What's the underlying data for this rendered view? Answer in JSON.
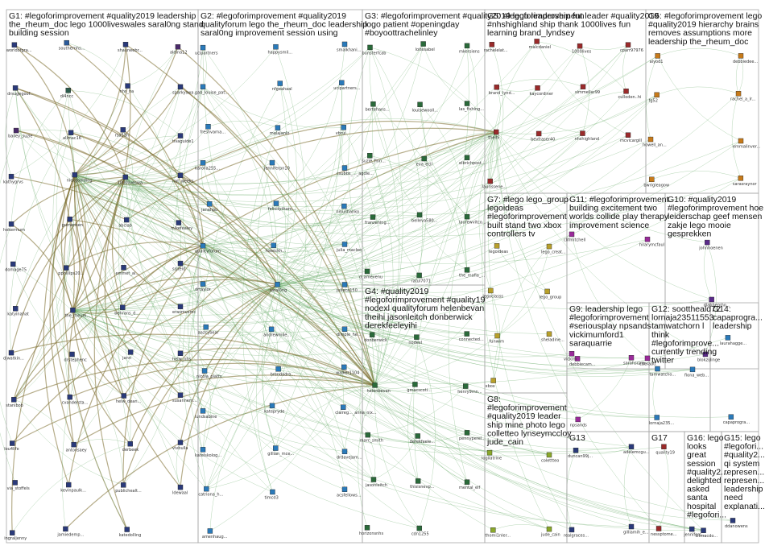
{
  "groups": [
    {
      "id": "G1",
      "lines": [
        "G1: #legoforimprovement #quality2019 leadership",
        "the_rheum_doc lego 1000liveswales saral0ng stand",
        "building session"
      ]
    },
    {
      "id": "G2",
      "lines": [
        "G2: #legoforimprovement #quality2019",
        "qualityforum lego the_rheum_doc leadership",
        "saral0ng improvement session using"
      ]
    },
    {
      "id": "G3",
      "lines": [
        "G3: #legoforimprovement #quality2019 lego leadership fun",
        "logo patient #openingday",
        "#boyoottrachelinley"
      ]
    },
    {
      "id": "G4",
      "lines": [
        "G4: #quality2019",
        "#legoforimprovement #quality19",
        "nodexl qualityforum helenbevan",
        "theihi jasonleitch donberwick",
        "derekfeeleyihi"
      ]
    },
    {
      "id": "G5",
      "lines": [
        "G5: #legoforimprovement leader #quality2019",
        "#nhshighland ship thank 1000lives fun",
        "learning brand_lyndsey"
      ]
    },
    {
      "id": "G6",
      "lines": [
        "G6: #legoforimprovement lego",
        "#quality2019 hierarchy brains",
        "removes assumptions more",
        "leadership the_rheum_doc"
      ]
    },
    {
      "id": "G7",
      "lines": [
        "G7: #lego lego_group",
        "legoideas",
        "#legoforimprovement",
        "built stand two xbox",
        "controllers tv"
      ]
    },
    {
      "id": "G8",
      "lines": [
        "G8:",
        "#legoforimprovement",
        "#quality2019 leader",
        "ship mine photo lego",
        "colletteo lynseymccloy",
        "jude_cain"
      ]
    },
    {
      "id": "G9",
      "lines": [
        "G9: leadership lego",
        "#legoforimprovement",
        "#seriousplay npsands",
        "vickimumford1",
        "saraquarrie"
      ]
    },
    {
      "id": "G10",
      "lines": [
        "G10: #quality2019",
        "#legoforimprovement hoe",
        "leiderschap geef mensen",
        "zakje lego mooie",
        "gesprekken"
      ]
    },
    {
      "id": "G11",
      "lines": [
        "G11: #legoforimprovement",
        "building excitement two",
        "worlds collide play therapy",
        "improvement science"
      ]
    },
    {
      "id": "G12",
      "lines": [
        "G12: soottheald72",
        "lornaja23511553",
        "tamwatchorn l",
        "think",
        "#legoforimprove...",
        "currently trending",
        "twitter"
      ]
    },
    {
      "id": "G13",
      "lines": [
        "G13"
      ]
    },
    {
      "id": "G14",
      "lines": [
        "G14:",
        "capaprogra...",
        "leadership"
      ]
    },
    {
      "id": "G15",
      "lines": [
        "G15: lego",
        "#legofori...",
        "#quality2...",
        "qi system",
        "represen...",
        "represen...",
        "leadership",
        "need",
        "explanati..."
      ]
    },
    {
      "id": "G16",
      "lines": [
        "G16: lego",
        "looks",
        "great",
        "session",
        "#quality2...",
        "delighted",
        "asked",
        "santa",
        "hospital",
        "#legofori..."
      ]
    },
    {
      "id": "G17",
      "lines": [
        "G17"
      ]
    }
  ],
  "nodes": [
    {
      "l": "worldofgra...",
      "g": "G1",
      "c": "#2a3a7a"
    },
    {
      "l": "southernhs...",
      "g": "G1",
      "c": "#2a5a9a"
    },
    {
      "l": "shauneebr...",
      "g": "G1",
      "c": "#2a3a7a"
    },
    {
      "l": "aldina12",
      "g": "G1",
      "c": "#4a2a6a"
    },
    {
      "l": "drsugegoof...",
      "g": "G1",
      "c": "#2a3a7a"
    },
    {
      "l": "di4ncc",
      "g": "G1",
      "c": "#2a5a4a"
    },
    {
      "l": "nhs_ha",
      "g": "G1",
      "c": "#2a3a7a"
    },
    {
      "l": "sparkyswa...",
      "g": "G1",
      "c": "#2a3a7a"
    },
    {
      "l": "bailey_suzie",
      "g": "G1",
      "c": "#4a2a6a"
    },
    {
      "l": "allmac16",
      "g": "G1",
      "c": "#2a3a7a"
    },
    {
      "l": "rsa53h",
      "g": "G1",
      "c": "#2a3a7a"
    },
    {
      "l": "tivaguide1",
      "g": "G1",
      "c": "#2a3a7a"
    },
    {
      "l": "kathygrvs",
      "g": "G1",
      "c": "#2a3a7a"
    },
    {
      "l": "nickgoolding",
      "g": "G1",
      "c": "#2a3a7a"
    },
    {
      "l": "1000liveswa...",
      "g": "G1",
      "c": "#2a3a7a"
    },
    {
      "l": "nat_weeks",
      "g": "G1",
      "c": "#2a3a7a"
    },
    {
      "l": "hekermum",
      "g": "G1",
      "c": "#2a3a7a"
    },
    {
      "l": "gumensen",
      "g": "G1",
      "c": "#2a3a7a"
    },
    {
      "l": "abclab",
      "g": "G1",
      "c": "#2a3a7a"
    },
    {
      "l": "mikefealey",
      "g": "G1",
      "c": "#2a3a7a"
    },
    {
      "l": "domage75",
      "g": "G1",
      "c": "#2a3a7a"
    },
    {
      "l": "pphillips20...",
      "g": "G1",
      "c": "#2a3a7a"
    },
    {
      "l": "emmet_al...",
      "g": "G1",
      "c": "#2a3a7a"
    },
    {
      "l": "ssjreid",
      "g": "G1",
      "c": "#2a3a7a"
    },
    {
      "l": "katyinahat",
      "g": "G1",
      "c": "#2a3a7a"
    },
    {
      "l": "the_rheum...",
      "g": "G1",
      "c": "#2a3a7a"
    },
    {
      "l": "behrans_d...",
      "g": "G1",
      "c": "#2a3a7a"
    },
    {
      "l": "erasmusmc",
      "g": "G1",
      "c": "#2a3a7a"
    },
    {
      "l": "djwatkin...",
      "g": "G1",
      "c": "#2a3a7a"
    },
    {
      "l": "drstephenc",
      "g": "G1",
      "c": "#2a3a7a"
    },
    {
      "l": "jann",
      "g": "G1",
      "c": "#2a3a7a"
    },
    {
      "l": "helw_nhs",
      "g": "G1",
      "c": "#2a3a7a"
    },
    {
      "l": "stanibob",
      "g": "G1",
      "c": "#2a3a7a"
    },
    {
      "l": "cvandersta...",
      "g": "G1",
      "c": "#2a3a7a"
    },
    {
      "l": "helw_dean...",
      "g": "G1",
      "c": "#2a3a7a"
    },
    {
      "l": "susannem...",
      "g": "G1",
      "c": "#2a3a7a"
    },
    {
      "l": "lou4life",
      "g": "G1",
      "c": "#2a3a7a"
    },
    {
      "l": "antonsaey",
      "g": "G1",
      "c": "#2a3a7a"
    },
    {
      "l": "derbeek",
      "g": "G1",
      "c": "#2a3a7a"
    },
    {
      "l": "vivbulla",
      "g": "G1",
      "c": "#2a3a7a"
    },
    {
      "l": "via_stoffels",
      "g": "G1",
      "c": "#2a3a7a"
    },
    {
      "l": "kevinpaulk...",
      "g": "G1",
      "c": "#2a3a7a"
    },
    {
      "l": "publichealt...",
      "g": "G1",
      "c": "#2a3a7a"
    },
    {
      "l": "ldewaal",
      "g": "G1",
      "c": "#2a3a7a"
    },
    {
      "l": "ingraljenny",
      "g": "G1",
      "c": "#2a3a7a"
    },
    {
      "l": "jamiedemp...",
      "g": "G1",
      "c": "#2a3a7a"
    },
    {
      "l": "katedolling",
      "g": "G1",
      "c": "#2a3a7a"
    },
    {
      "l": "ucipartners",
      "g": "G2",
      "c": "#2a7aba"
    },
    {
      "l": "happysmil...",
      "g": "G2",
      "c": "#2a7aba"
    },
    {
      "l": "smalkhani...",
      "g": "G2",
      "c": "#2a7aba"
    },
    {
      "l": "gab_louise_pat...",
      "g": "G2",
      "c": "#2a7aba"
    },
    {
      "l": "nfgeahaal",
      "g": "G2",
      "c": "#2a7aba"
    },
    {
      "l": "ucipartners...",
      "g": "G2",
      "c": "#2a7aba"
    },
    {
      "l": "freshvarna...",
      "g": "G2",
      "c": "#2a7aba"
    },
    {
      "l": "malajanlo",
      "g": "G2",
      "c": "#2a7aba"
    },
    {
      "l": "vbrui",
      "g": "G2",
      "c": "#2a7aba"
    },
    {
      "l": "karolia255...",
      "g": "G2",
      "c": "#2a7aba"
    },
    {
      "l": "jenniferpn10",
      "g": "G2",
      "c": "#2a7aba"
    },
    {
      "l": "csubbs_..._agdle...",
      "g": "G2",
      "c": "#2a7aba"
    },
    {
      "l": "janahpo",
      "g": "G2",
      "c": "#2a7aba"
    },
    {
      "l": "felicitytham...",
      "g": "G2",
      "c": "#2a7aba"
    },
    {
      "l": "ninushanko",
      "g": "G2",
      "c": "#2a7aba"
    },
    {
      "l": "qualityforum",
      "g": "G2",
      "c": "#2a7aba"
    },
    {
      "l": "hawickh...",
      "g": "G2",
      "c": "#2a7aba"
    },
    {
      "l": "julia_macleo",
      "g": "G2",
      "c": "#2a7aba"
    },
    {
      "l": "drtaylor",
      "g": "G2",
      "c": "#2a7aba"
    },
    {
      "l": "saral0ng",
      "g": "G2",
      "c": "#2a7aba"
    },
    {
      "l": "julieca150...",
      "g": "G2",
      "c": "#2a7aba"
    },
    {
      "l": "aazcybear",
      "g": "G2",
      "c": "#2a7aba"
    },
    {
      "l": "andrewmile...",
      "g": "G2",
      "c": "#2a7aba"
    },
    {
      "l": "dimple_he...",
      "g": "G2",
      "c": "#2a7aba"
    },
    {
      "l": "nicola_platts",
      "g": "G2",
      "c": "#2a7aba"
    },
    {
      "l": "brendadro...",
      "g": "G2",
      "c": "#2a7aba"
    },
    {
      "l": "walker1104",
      "g": "G2",
      "c": "#2a7aba"
    },
    {
      "l": "lundsabine",
      "g": "G2",
      "c": "#2a7aba"
    },
    {
      "l": "katepryde",
      "g": "G2",
      "c": "#2a7aba"
    },
    {
      "l": "claireg..._anna_nix...",
      "g": "G2",
      "c": "#2a7aba"
    },
    {
      "l": "katelskolog...",
      "g": "G2",
      "c": "#2a7aba"
    },
    {
      "l": "gillian_mce...",
      "g": "G2",
      "c": "#2a7aba"
    },
    {
      "l": "drdavejam...",
      "g": "G2",
      "c": "#2a7aba"
    },
    {
      "l": "catriona_h...",
      "g": "G2",
      "c": "#2a7aba"
    },
    {
      "l": "timcd3",
      "g": "G2",
      "c": "#2a7aba"
    },
    {
      "l": "acsfellows...",
      "g": "G2",
      "c": "#2a7aba"
    },
    {
      "l": "amenhaug...",
      "g": "G2",
      "c": "#2a7aba"
    },
    {
      "l": "bunsterfcab",
      "g": "G3",
      "c": "#2a6a3a"
    },
    {
      "l": "loitesabel",
      "g": "G3",
      "c": "#2a6a3a"
    },
    {
      "l": "mkersiens",
      "g": "G3",
      "c": "#2a6a3a"
    },
    {
      "l": "bertehans...",
      "g": "G3",
      "c": "#2a6a3a"
    },
    {
      "l": "louisewooll...",
      "g": "G3",
      "c": "#2a6a3a"
    },
    {
      "l": "las_fishing...",
      "g": "G3",
      "c": "#2a6a3a"
    },
    {
      "l": "suzie_finn...",
      "g": "G3",
      "c": "#2a6a3a"
    },
    {
      "l": "eva_ecli",
      "g": "G3",
      "c": "#2a6a3a"
    },
    {
      "l": "elbrichpost...",
      "g": "G3",
      "c": "#2a6a3a"
    },
    {
      "l": "franzening...",
      "g": "G3",
      "c": "#2a6a3a"
    },
    {
      "l": "belleva580...",
      "g": "G3",
      "c": "#2a6a3a"
    },
    {
      "l": "laurewvitco...",
      "g": "G3",
      "c": "#2a6a3a"
    },
    {
      "l": "d_amevenu",
      "g": "G3",
      "c": "#2a6a3a"
    },
    {
      "l": "ratul7071",
      "g": "G3",
      "c": "#2a6a3a"
    },
    {
      "l": "the_mafia_...",
      "g": "G3",
      "c": "#2a6a3a"
    },
    {
      "l": "donberwick",
      "g": "G4",
      "c": "#2a6a3a"
    },
    {
      "l": "nodexl",
      "g": "G4",
      "c": "#2a6a3a"
    },
    {
      "l": "connected...",
      "g": "G4",
      "c": "#2a6a3a"
    },
    {
      "l": "helenbevan",
      "g": "G4",
      "c": "#2a6a3a"
    },
    {
      "l": "gmacscoti...",
      "g": "G4",
      "c": "#2a6a3a"
    },
    {
      "l": "henry9mn...",
      "g": "G4",
      "c": "#2a6a3a"
    },
    {
      "l": "marc_smith",
      "g": "G4",
      "c": "#2a6a3a"
    },
    {
      "l": "derekfeele...",
      "g": "G4",
      "c": "#2a6a3a"
    },
    {
      "l": "pennyperel...",
      "g": "G4",
      "c": "#2a6a3a"
    },
    {
      "l": "jasonleitch",
      "g": "G4",
      "c": "#2a6a3a"
    },
    {
      "l": "thisisnevp...",
      "g": "G4",
      "c": "#2a6a3a"
    },
    {
      "l": "mental_elf",
      "g": "G4",
      "c": "#2a6a3a"
    },
    {
      "l": "horizonsnhs",
      "g": "G4",
      "c": "#2a6a3a"
    },
    {
      "l": "cdn1255",
      "g": "G4",
      "c": "#2a6a3a"
    },
    {
      "l": "rachelelat...",
      "g": "G5",
      "c": "#9a2a2a"
    },
    {
      "l": "malcdaniel",
      "g": "G5",
      "c": "#9a2a2a"
    },
    {
      "l": "1000lives",
      "g": "G5",
      "c": "#9a2a2a"
    },
    {
      "l": "cparr97976",
      "g": "G5",
      "c": "#9a2a2a"
    },
    {
      "l": "brand_lynd...",
      "g": "G5",
      "c": "#9a2a2a"
    },
    {
      "l": "kaycordiner",
      "g": "G5",
      "c": "#9a2a2a"
    },
    {
      "l": "simmellar99",
      "g": "G5",
      "c": "#9a2a2a"
    },
    {
      "l": "culloden..hi",
      "g": "G5",
      "c": "#9a2a2a"
    },
    {
      "l": "theihi",
      "g": "G5",
      "c": "#9a2a2a"
    },
    {
      "l": "bevfraser40",
      "g": "G5",
      "c": "#9a2a2a"
    },
    {
      "l": "nhshighland",
      "g": "G5",
      "c": "#9a2a2a"
    },
    {
      "l": "mcvicargill",
      "g": "G5",
      "c": "#9a2a2a"
    },
    {
      "l": "laurissene...",
      "g": "G5",
      "c": "#9a2a2a"
    },
    {
      "l": "aiyod1",
      "g": "G6",
      "c": "#c77a1a"
    },
    {
      "l": "debbiedee...",
      "g": "G6",
      "c": "#c77a1a"
    },
    {
      "l": "fg52",
      "g": "G6",
      "c": "#c77a1a"
    },
    {
      "l": "rachel_a_lr...",
      "g": "G6",
      "c": "#c77a1a"
    },
    {
      "l": "howell_an...",
      "g": "G6",
      "c": "#c77a1a"
    },
    {
      "l": "emmalinver...",
      "g": "G6",
      "c": "#c77a1a"
    },
    {
      "l": "bwrigleagow",
      "g": "G6",
      "c": "#c77a1a"
    },
    {
      "l": "sarasraynor",
      "g": "G6",
      "c": "#c77a1a"
    },
    {
      "l": "legoideas",
      "g": "G7",
      "c": "#b8a02a"
    },
    {
      "l": "lego_creat...",
      "g": "G7",
      "c": "#b8a02a"
    },
    {
      "l": "legoclasss",
      "g": "G7",
      "c": "#b8a02a"
    },
    {
      "l": "lego_group",
      "g": "G7",
      "c": "#b8a02a"
    },
    {
      "l": "funwim",
      "g": "G7",
      "c": "#b8a02a"
    },
    {
      "l": "sheladine...",
      "g": "G7",
      "c": "#b8a02a"
    },
    {
      "l": "xbox",
      "g": "G7",
      "c": "#b8a02a"
    },
    {
      "l": "logilatrine",
      "g": "G8",
      "c": "#8aa82a"
    },
    {
      "l": "colettteo",
      "g": "G8",
      "c": "#8aa82a"
    },
    {
      "l": "thomi1nler...",
      "g": "G8",
      "c": "#8aa82a"
    },
    {
      "l": "jude_cain",
      "g": "G8",
      "c": "#8aa82a"
    },
    {
      "l": "clifmitchell",
      "g": "G11",
      "c": "#9a2a9a"
    },
    {
      "l": "hilarymcfaul",
      "g": "G11",
      "c": "#9a2a9a"
    },
    {
      "l": "debbiecam...",
      "g": "G11",
      "c": "#9a2a9a"
    },
    {
      "l": "caeraatt",
      "g": "G11",
      "c": "#9a2a9a"
    },
    {
      "l": "johnhoenen",
      "g": "G10",
      "c": "#5a2a8a"
    },
    {
      "l": "dlabbemho...",
      "g": "G10",
      "c": "#5a2a8a"
    },
    {
      "l": "blokzijlinge",
      "g": "G10",
      "c": "#5a2a8a"
    },
    {
      "l": "vickim",
      "g": "G9",
      "c": "#9a2a9a"
    },
    {
      "l": "sarahscale...",
      "g": "G9",
      "c": "#9a2a9a"
    },
    {
      "l": "npsands",
      "g": "G9",
      "c": "#9a2a9a"
    },
    {
      "l": "tamwatcho...",
      "g": "G12",
      "c": "#2a7aba"
    },
    {
      "l": "fiona_web...",
      "g": "G12",
      "c": "#2a7aba"
    },
    {
      "l": "lornaja235...",
      "g": "G12",
      "c": "#2a7aba"
    },
    {
      "l": "laurahagge...",
      "g": "G14",
      "c": "#2a7aba"
    },
    {
      "l": "capaprogra...",
      "g": "G14",
      "c": "#2a7aba"
    },
    {
      "l": "duncan99j...",
      "g": "G13",
      "c": "#2a3a7a"
    },
    {
      "l": "adelemcgu...",
      "g": "G13",
      "c": "#2a3a7a"
    },
    {
      "l": "realgraces...",
      "g": "G13",
      "c": "#2a3a7a"
    },
    {
      "l": "gilliamih_e...",
      "g": "G13",
      "c": "#2a3a7a"
    },
    {
      "l": "quality19",
      "g": "G17",
      "c": "#9a2a2a"
    },
    {
      "l": "nessptome...",
      "g": "G17",
      "c": "#9a2a2a"
    },
    {
      "l": "jennifers...",
      "g": "G16",
      "c": "#2a3a7a"
    },
    {
      "l": "sitmacdo...",
      "g": "G16",
      "c": "#2a3a7a"
    },
    {
      "l": "ddanowens",
      "g": "G15",
      "c": "#2a3a7a"
    }
  ]
}
